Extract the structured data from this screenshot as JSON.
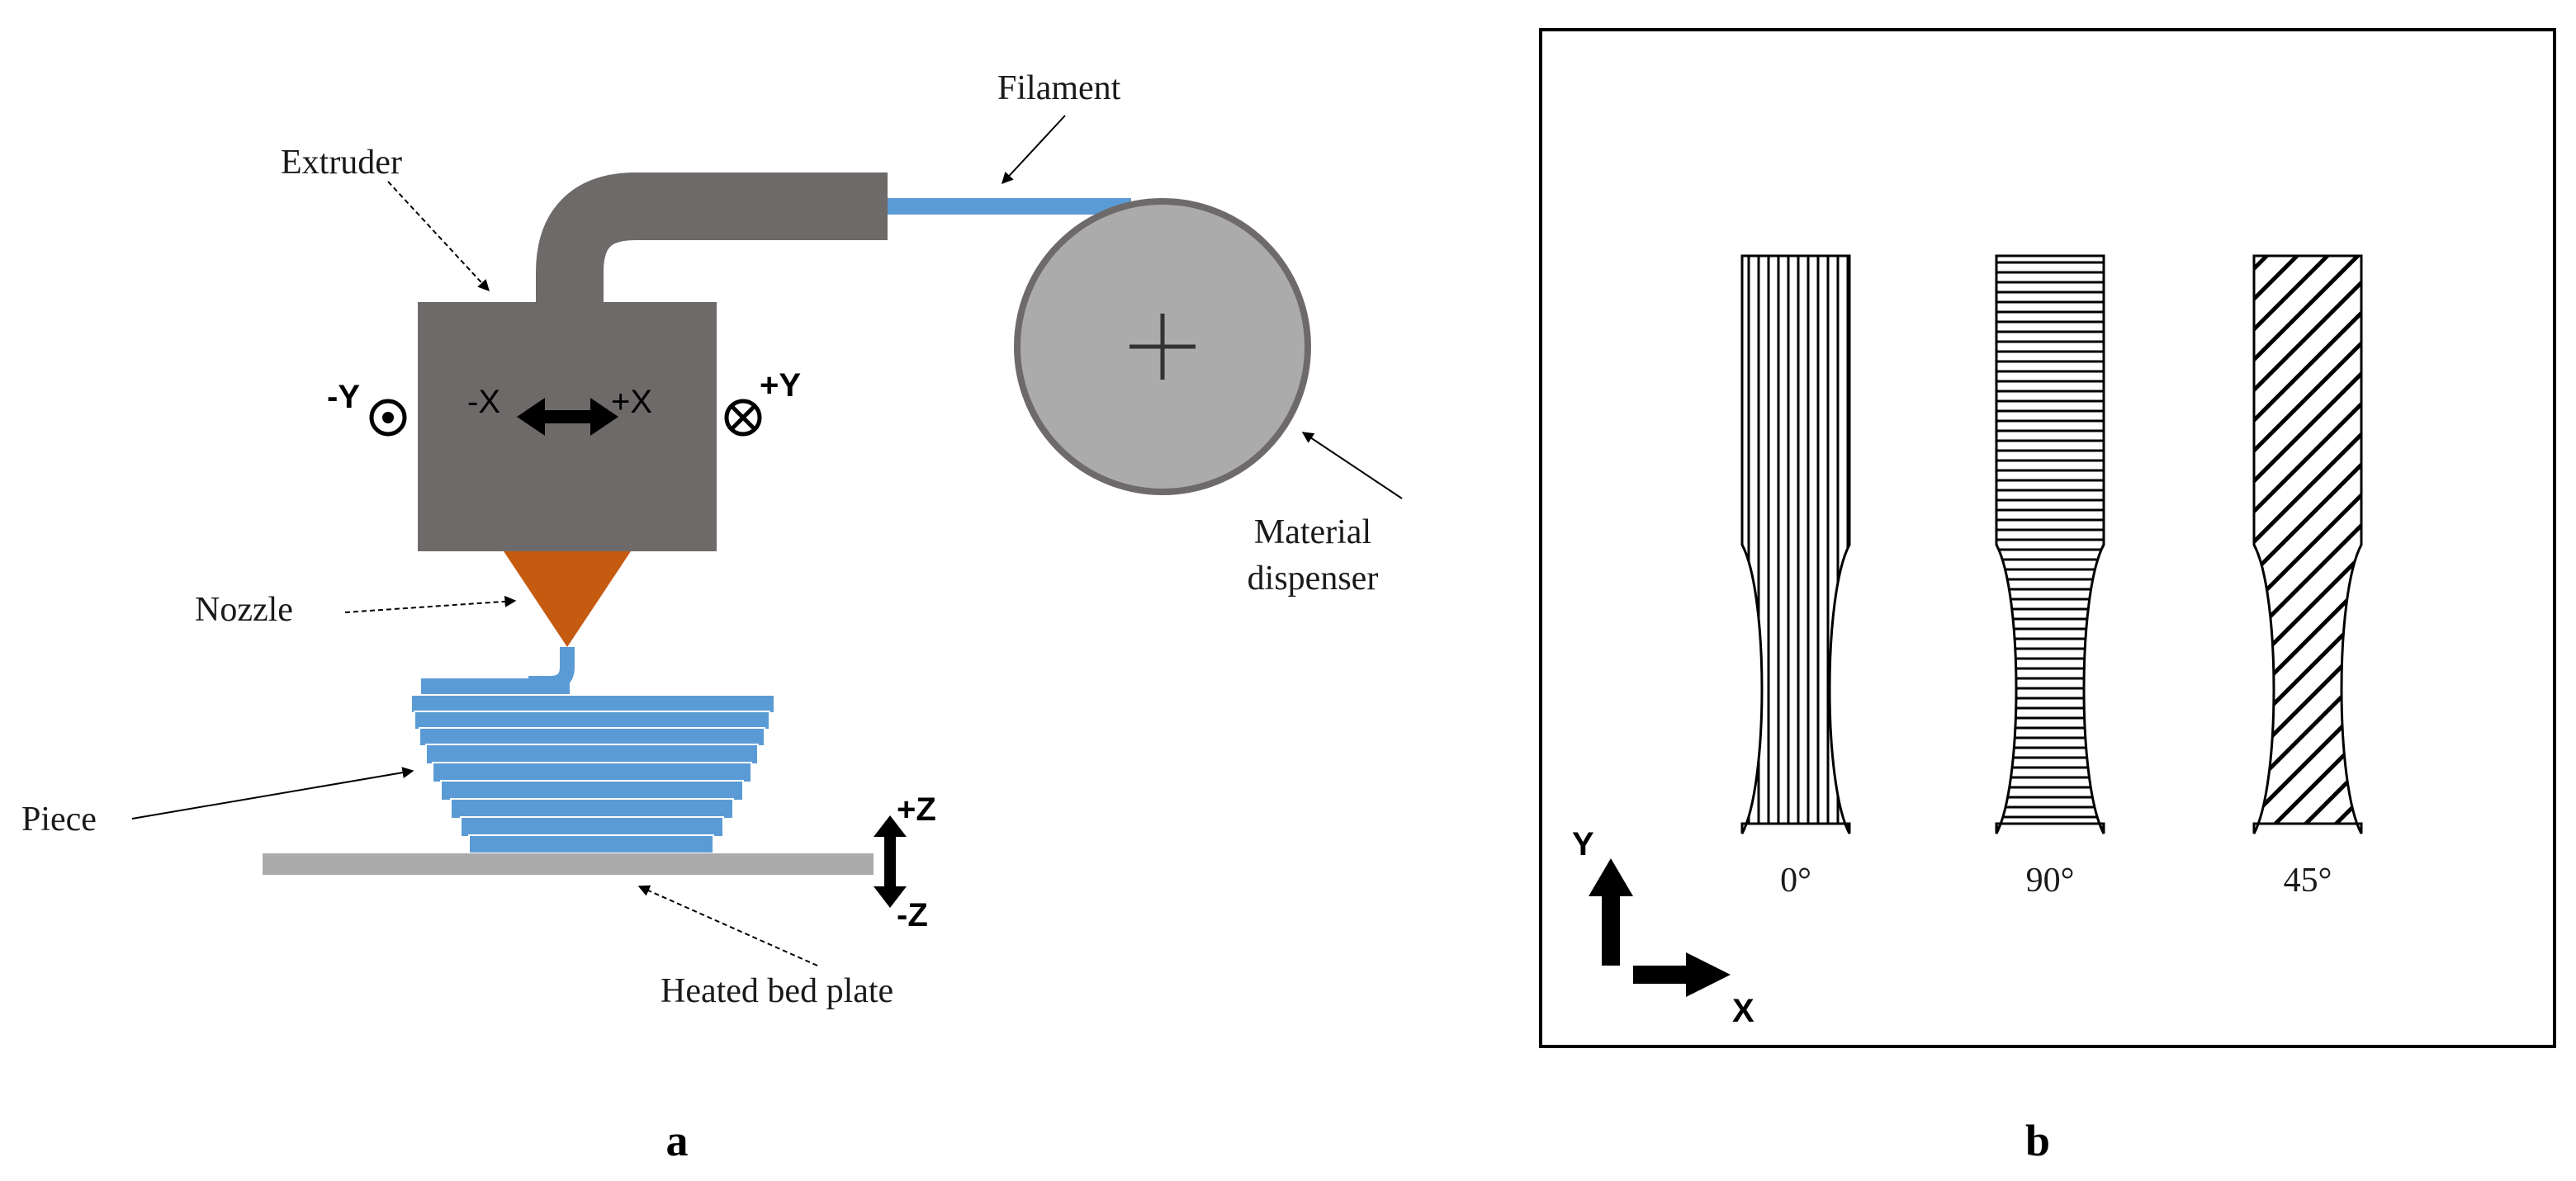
{
  "figure": {
    "panel_a": {
      "panel_label": "a",
      "labels": {
        "extruder": "Extruder",
        "filament": "Filament",
        "material_dispenser_line1": "Material",
        "material_dispenser_line2": "dispenser",
        "nozzle": "Nozzle",
        "piece": "Piece",
        "heated_bed_plate": "Heated bed plate"
      },
      "axes": {
        "minus_x": "-X",
        "plus_x": "+X",
        "minus_y": "-Y",
        "plus_y": "+Y",
        "plus_z": "+Z",
        "minus_z": "-Z"
      },
      "colors": {
        "extruder": "#6e6a6a",
        "filament": "#5b9bd5",
        "piece": "#5b9bd5",
        "nozzle": "#c55a11",
        "dispenser": "#ababab",
        "bed": "#ababab"
      }
    },
    "panel_b": {
      "panel_label": "b",
      "specimens": [
        {
          "label": "0°",
          "raster": "vertical-lines"
        },
        {
          "label": "90°",
          "raster": "horizontal-lines"
        },
        {
          "label": "45°",
          "raster": "diagonal-lines"
        }
      ],
      "axes": {
        "y": "Y",
        "x": "X"
      }
    }
  }
}
